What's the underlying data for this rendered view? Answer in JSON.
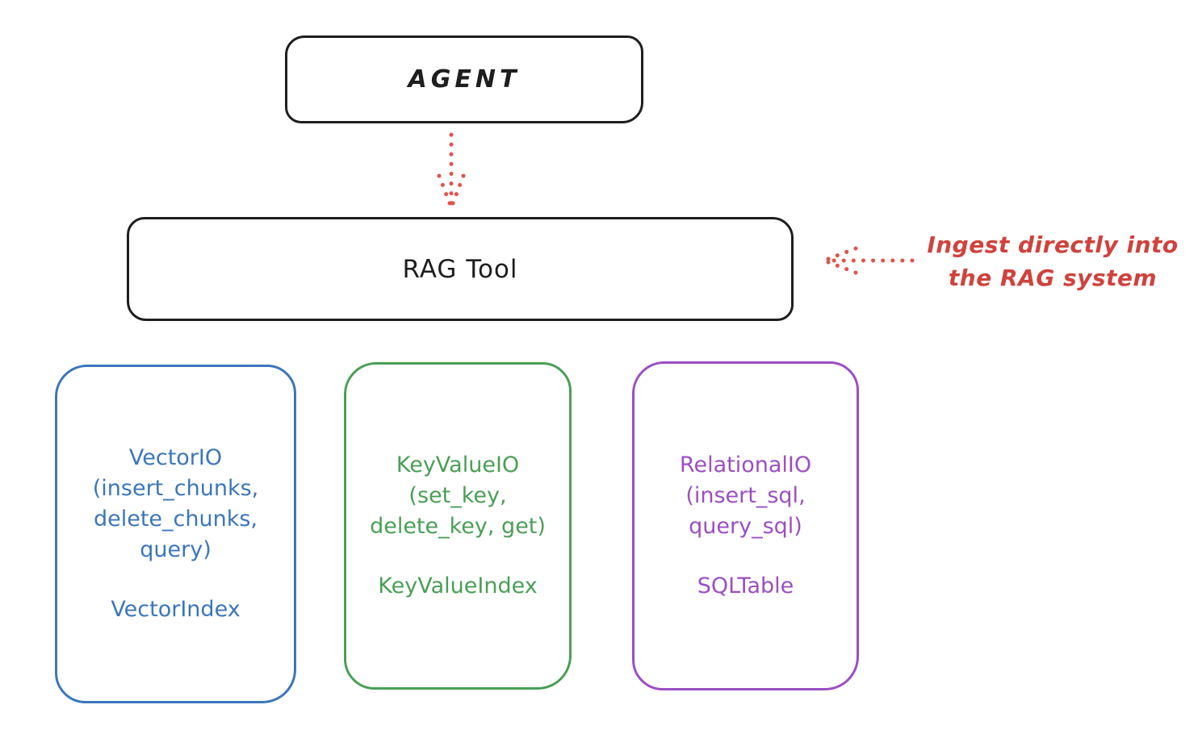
{
  "diagram": {
    "background": "#ffffff",
    "ink_color": "#1e1e1e",
    "arrow_color": "#e0544c",
    "agent": {
      "label": "AGENT",
      "color": "#1e1e1e"
    },
    "rag_tool": {
      "label": "RAG Tool",
      "color": "#1e1e1e"
    },
    "annotation": {
      "line1": "Ingest directly into",
      "line2": "the RAG system",
      "color": "#d0423c"
    },
    "cards": {
      "vector_io": {
        "lines": [
          "VectorIO",
          "(insert_chunks,",
          "delete_chunks,",
          "query)"
        ],
        "footer": "VectorIndex",
        "color": "#3b76bb"
      },
      "key_value_io": {
        "lines": [
          "KeyValueIO",
          "(set_key,",
          "delete_key, get)"
        ],
        "footer": "KeyValueIndex",
        "color": "#4a9f55"
      },
      "relational_io": {
        "lines": [
          "RelationalIO",
          "(insert_sql,",
          "query_sql)"
        ],
        "footer": "SQLTable",
        "color": "#9b4fc3"
      }
    }
  }
}
